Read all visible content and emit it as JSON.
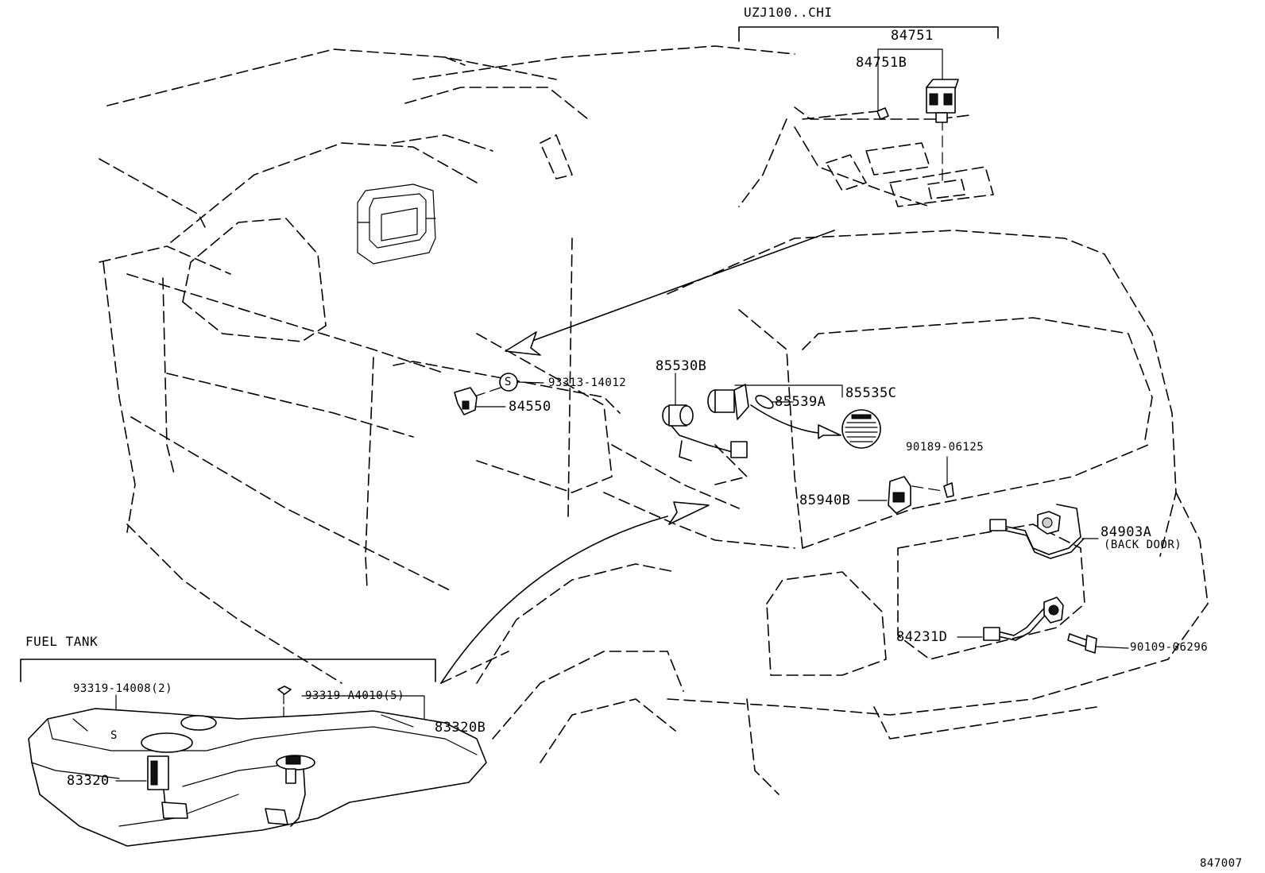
{
  "header": {
    "variant_label": "UZJ100..CHI"
  },
  "sections": {
    "fuel_tank_label": "FUEL TANK"
  },
  "parts": {
    "p84751": "84751",
    "p84751B": "84751B",
    "p85530B": "85530B",
    "p93313": "93313-14012",
    "p84550": "84550",
    "p85539A": "85539A",
    "p85535C": "85535C",
    "p90189": "90189-06125",
    "p85940B": "85940B",
    "p84903A": "84903A",
    "p84903A_note": "(BACK DOOR)",
    "p84231D": "84231D",
    "p90109": "90109-06296",
    "p93319_14008": "93319-14008(2)",
    "p93319_A4010": "93319-A4010(5)",
    "p83320B": "83320B",
    "p83320": "83320"
  },
  "footer": {
    "diagram_code": "847007"
  },
  "icons": {
    "sealant_symbol": "S"
  }
}
